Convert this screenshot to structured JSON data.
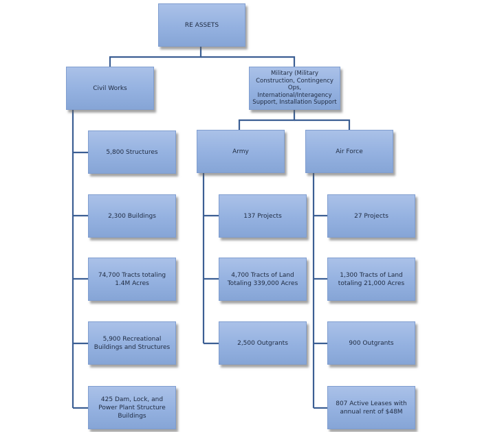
{
  "root": {
    "label": "RE ASSETS"
  },
  "civil_works": {
    "label": "Civil Works",
    "items": [
      "5,800 Structures",
      "2,300 Buildings",
      "74,700 Tracts totaling 1.4M Acres",
      "5,900 Recreational Buildings and Structures",
      "425 Dam, Lock, and Power Plant Structure Buildings"
    ]
  },
  "military": {
    "label": "Military (Military Construction, Contingency Ops, International/Interagency Support, Installation Support",
    "army": {
      "label": "Army",
      "items": [
        "137 Projects",
        "4,700 Tracts of Land Totaling 339,000 Acres",
        "2,500 Outgrants"
      ]
    },
    "air_force": {
      "label": "Air Force",
      "items": [
        "27 Projects",
        "1,300 Tracts of Land totaling 21,000 Acres",
        "900 Outgrants",
        "807 Active Leases with annual rent of $48M"
      ]
    }
  }
}
